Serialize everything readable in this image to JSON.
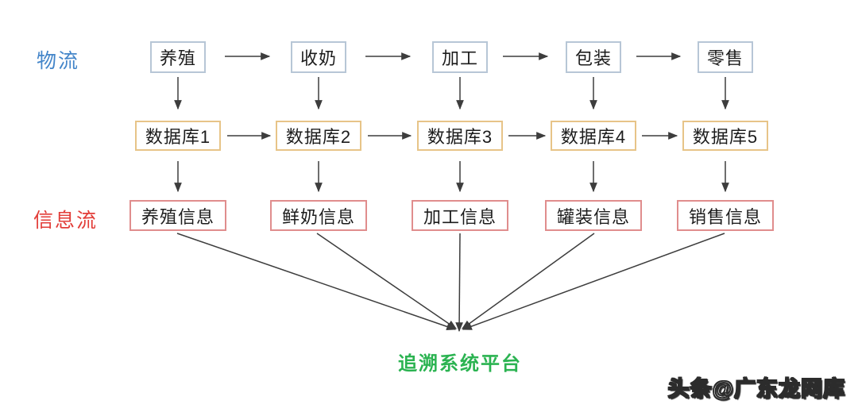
{
  "diagram": {
    "row_labels": {
      "logistics": "物流",
      "information": "信息流"
    },
    "logistics_steps": [
      "养殖",
      "收奶",
      "加工",
      "包装",
      "零售"
    ],
    "databases": [
      "数据库1",
      "数据库2",
      "数据库3",
      "数据库4",
      "数据库5"
    ],
    "information_items": [
      "养殖信息",
      "鲜奶信息",
      "加工信息",
      "罐装信息",
      "销售信息"
    ],
    "platform": "追溯系统平台"
  },
  "watermark": "头条@广东龙网库",
  "colors": {
    "logistics_label": "#4385c9",
    "logistics_box_border": "#b7c6d6",
    "database_box_border": "#e7c488",
    "information_label": "#e23c37",
    "information_box_border": "#e08d8d",
    "platform_text": "#2bb351",
    "arrow": "#3d3d3d",
    "background": "#ffffff"
  }
}
